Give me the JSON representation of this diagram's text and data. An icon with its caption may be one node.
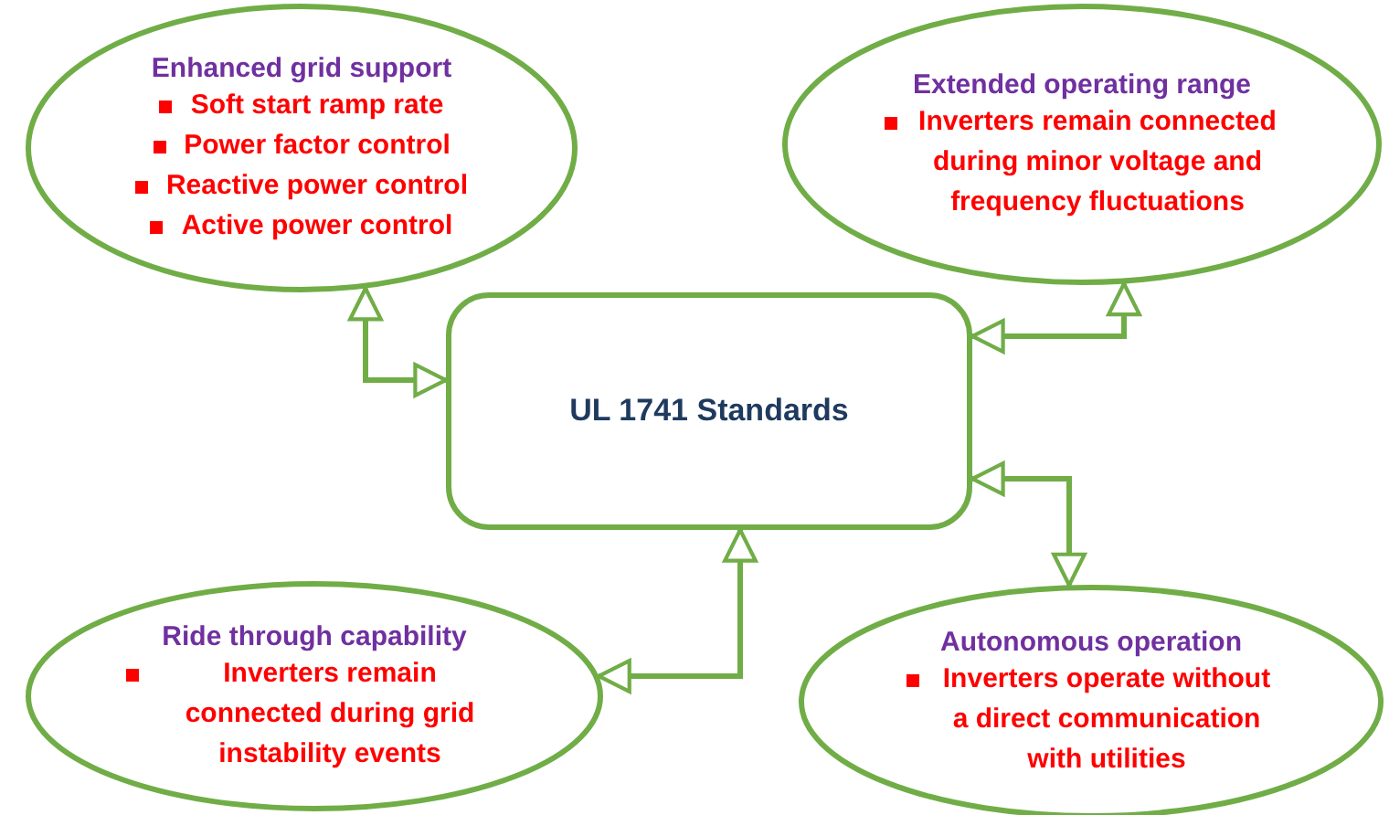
{
  "diagram": {
    "nodes": [
      {
        "text": [
          "Enhanced grid support",
          "Soft start ramp rate",
          "Power factor control",
          "Reactive power control",
          "Active power control"
        ]
      },
      {
        "text": [
          "Extended operating range",
          "Inverters remain connected during minor voltage and frequency fluctuations"
        ]
      },
      {
        "text": [
          "UL 1741 Standards"
        ]
      },
      {
        "text": [
          "Ride through capability",
          "Inverters remain connected during grid instability events"
        ]
      },
      {
        "text": [
          "Autonomous operation",
          "Inverters operate without a direct communication with utilities"
        ]
      }
    ],
    "edges": [
      {
        "from": 0,
        "to": 2,
        "arrow": "both"
      },
      {
        "from": 2,
        "to": 1,
        "arrow": "both"
      },
      {
        "from": 2,
        "to": 4,
        "arrow": "both"
      },
      {
        "from": 2,
        "to": 3,
        "arrow": "both"
      }
    ]
  }
}
